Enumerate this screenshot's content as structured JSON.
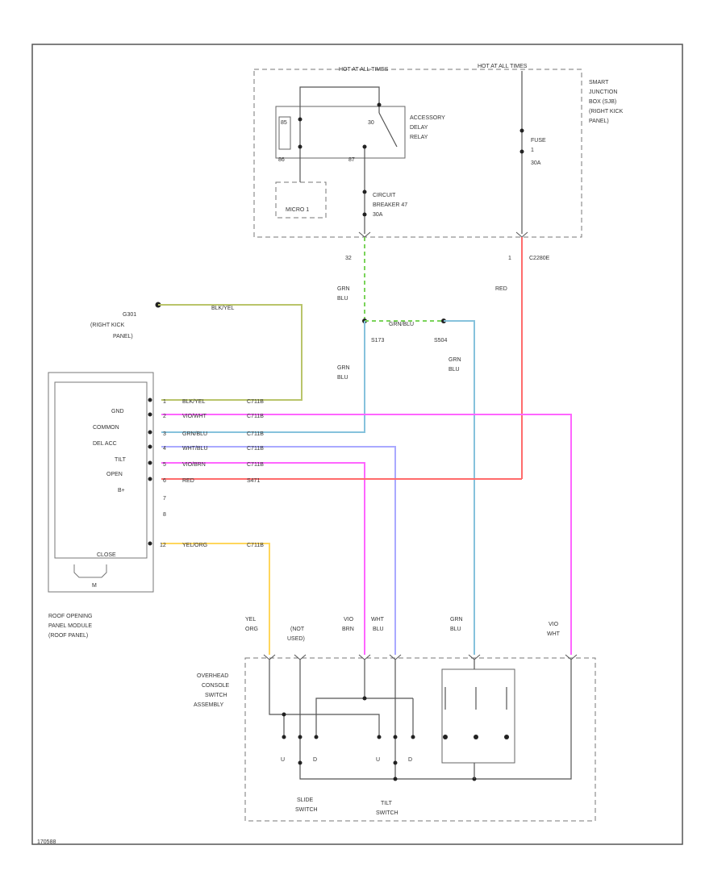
{
  "hot_at_all_times_1": "HOT AT ALL TIMES",
  "hot_at_all_times_2": "HOT AT ALL TIMES",
  "sjb": {
    "l1": "SMART",
    "l2": "JUNCTION",
    "l3": "BOX (SJB)",
    "l4": "(RIGHT KICK",
    "l5": "PANEL)"
  },
  "relay": {
    "l1": "ACCESSORY",
    "l2": "DELAY",
    "l3": "RELAY",
    "pin_85": "85",
    "pin_86": "86",
    "pin_30": "30",
    "pin_87": "87"
  },
  "fuse": {
    "l1": "FUSE",
    "l2": "1",
    "l3": "30A"
  },
  "circuit_breaker": {
    "l1": "CIRCUIT",
    "l2": "BREAKER 47",
    "l3": "30A"
  },
  "micro": "MICRO 1",
  "pins": {
    "p32": "32",
    "p1": "1",
    "c2280e": "C2280E"
  },
  "colors_top": {
    "grn_blu_1": "GRN",
    "grn_blu_1b": "BLU",
    "red": "RED",
    "grn_blu_2": "GRN",
    "grn_blu_2b": "BLU",
    "grn_blu_3": "GRN",
    "grn_blu_3b": "BLU"
  },
  "ground": {
    "g": "G301",
    "l1": "(RIGHT KICK",
    "l2": "PANEL)"
  },
  "wire_blk_yel": "BLK/YEL",
  "wire_grn_blu": "GRN/BLU",
  "splices": {
    "s1": "S173",
    "s2": "S504"
  },
  "module": {
    "pins": [
      "GND",
      "COMMON",
      "DEL ACC",
      "TILT",
      "OPEN",
      "B+",
      "CLOSE"
    ],
    "l1": "ROOF OPENING",
    "l2": "PANEL MODULE",
    "l3": "(ROOF PANEL)",
    "motor": "M"
  },
  "harness": [
    {
      "pin": "1",
      "wire": "BLK/YEL",
      "conn": "C711B"
    },
    {
      "pin": "2",
      "wire": "VIO/WHT",
      "conn": "C711B"
    },
    {
      "pin": "3",
      "wire": "GRN/BLU",
      "conn": "C711B"
    },
    {
      "pin": "4",
      "wire": "WHT/BLU",
      "conn": "C711B"
    },
    {
      "pin": "5",
      "wire": "VIO/BRN",
      "conn": "C711B"
    },
    {
      "pin": "6",
      "wire": "RED",
      "conn": "S471"
    },
    {
      "pin": "7",
      "wire": "",
      "conn": ""
    },
    {
      "pin": "8",
      "wire": "",
      "conn": ""
    },
    {
      "pin": "12",
      "wire": "YEL/ORG",
      "conn": "C711B"
    }
  ],
  "switch_wires": {
    "yel_org": [
      "YEL",
      "ORG"
    ],
    "not_used": [
      "(NOT",
      "USED)"
    ],
    "vio_brn": [
      "VIO",
      "BRN"
    ],
    "wht_blu": [
      "WHT",
      "BLU"
    ],
    "grn_blu": [
      "GRN",
      "BLU"
    ],
    "vio_wht": [
      "VIO",
      "WHT"
    ]
  },
  "switch_assy": {
    "l1": "OVERHEAD",
    "l2": "CONSOLE",
    "l3": "SWITCH",
    "l4": "ASSEMBLY"
  },
  "switch_labels": {
    "u1": "U",
    "d1": "D",
    "u2": "U",
    "d2": "D",
    "slide_1": "SLIDE",
    "slide_2": "SWITCH",
    "tilt_1": "TILT",
    "tilt_2": "SWITCH"
  },
  "figure_id": "170588",
  "colors": {
    "grn": "#7ad35a",
    "blu": "#86c2dc",
    "red": "#ff6b6b",
    "vio": "#ff66ff",
    "wht_blu": "#a9a9ff",
    "blk_yel": "#b9c46a",
    "yel_org": "#ffd65c",
    "grn_blu_mod": "#5fbf8a"
  }
}
